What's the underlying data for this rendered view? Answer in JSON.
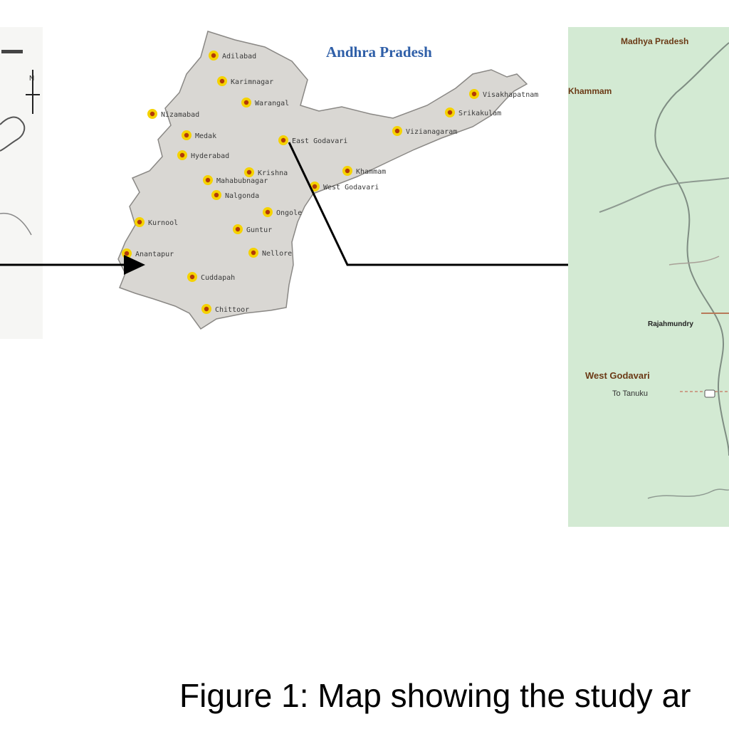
{
  "figure": {
    "caption": "Figure 1: Map showing the study ar"
  },
  "state_map": {
    "title": "Andhra Pradesh",
    "districts": [
      "Adilabad",
      "Karimnagar",
      "Warangal",
      "Nizamabad",
      "Medak",
      "Hyderabad",
      "Mahabubnagar",
      "Nalgonda",
      "Krishna",
      "Khammam",
      "Kurnool",
      "Guntur",
      "Anantapur",
      "Nellore",
      "Cuddapah",
      "Chittoor",
      "East Godavari",
      "West Godavari",
      "Vizianagaram",
      "Srikakulam",
      "Visakhapatnam",
      "Ongole"
    ]
  },
  "detail_map": {
    "labels": [
      "Madhya Pradesh",
      "Khammam",
      "West Godavari",
      "To Tanuku",
      "Rajahmundry"
    ]
  },
  "inset_map": {
    "north_label": "N"
  },
  "colors": {
    "state_fill": "#d9d7d3",
    "marker_outer": "#f5d200",
    "marker_inner": "#b23a0a",
    "detail_bg": "#d3ead3",
    "title_blue": "#2f5fa8",
    "label_brown": "#6b3a16"
  }
}
